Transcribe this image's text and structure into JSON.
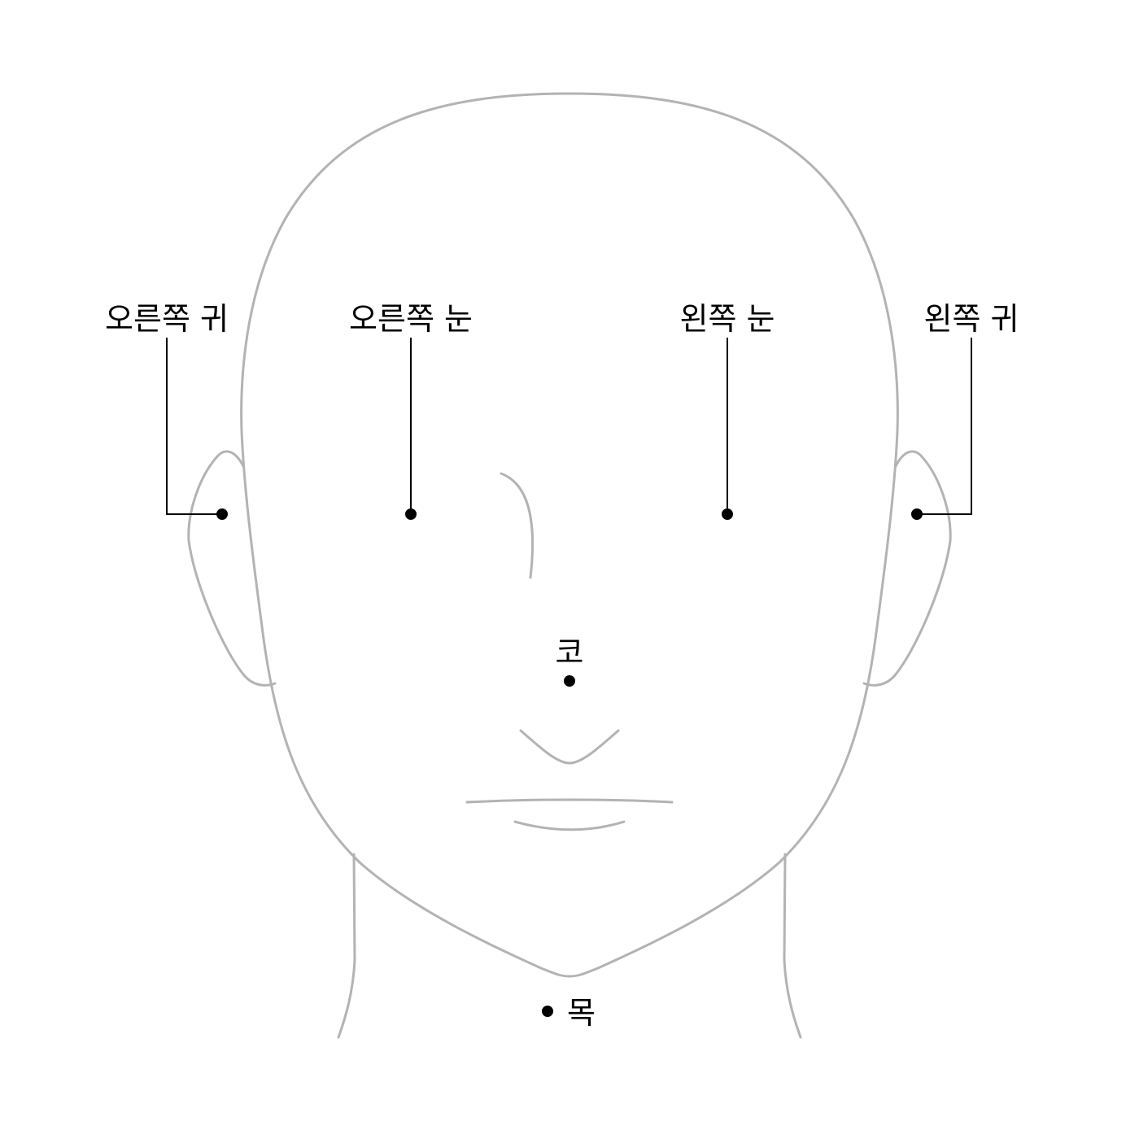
{
  "colors": {
    "outline": "#b3b3b3",
    "marker": "#000000",
    "background": "#ffffff"
  },
  "labels": {
    "right_ear": "오른쪽 귀",
    "right_eye": "오른쪽 눈",
    "left_eye": "왼쪽 눈",
    "left_ear": "왼쪽 귀",
    "nose": "코",
    "neck": "목"
  }
}
